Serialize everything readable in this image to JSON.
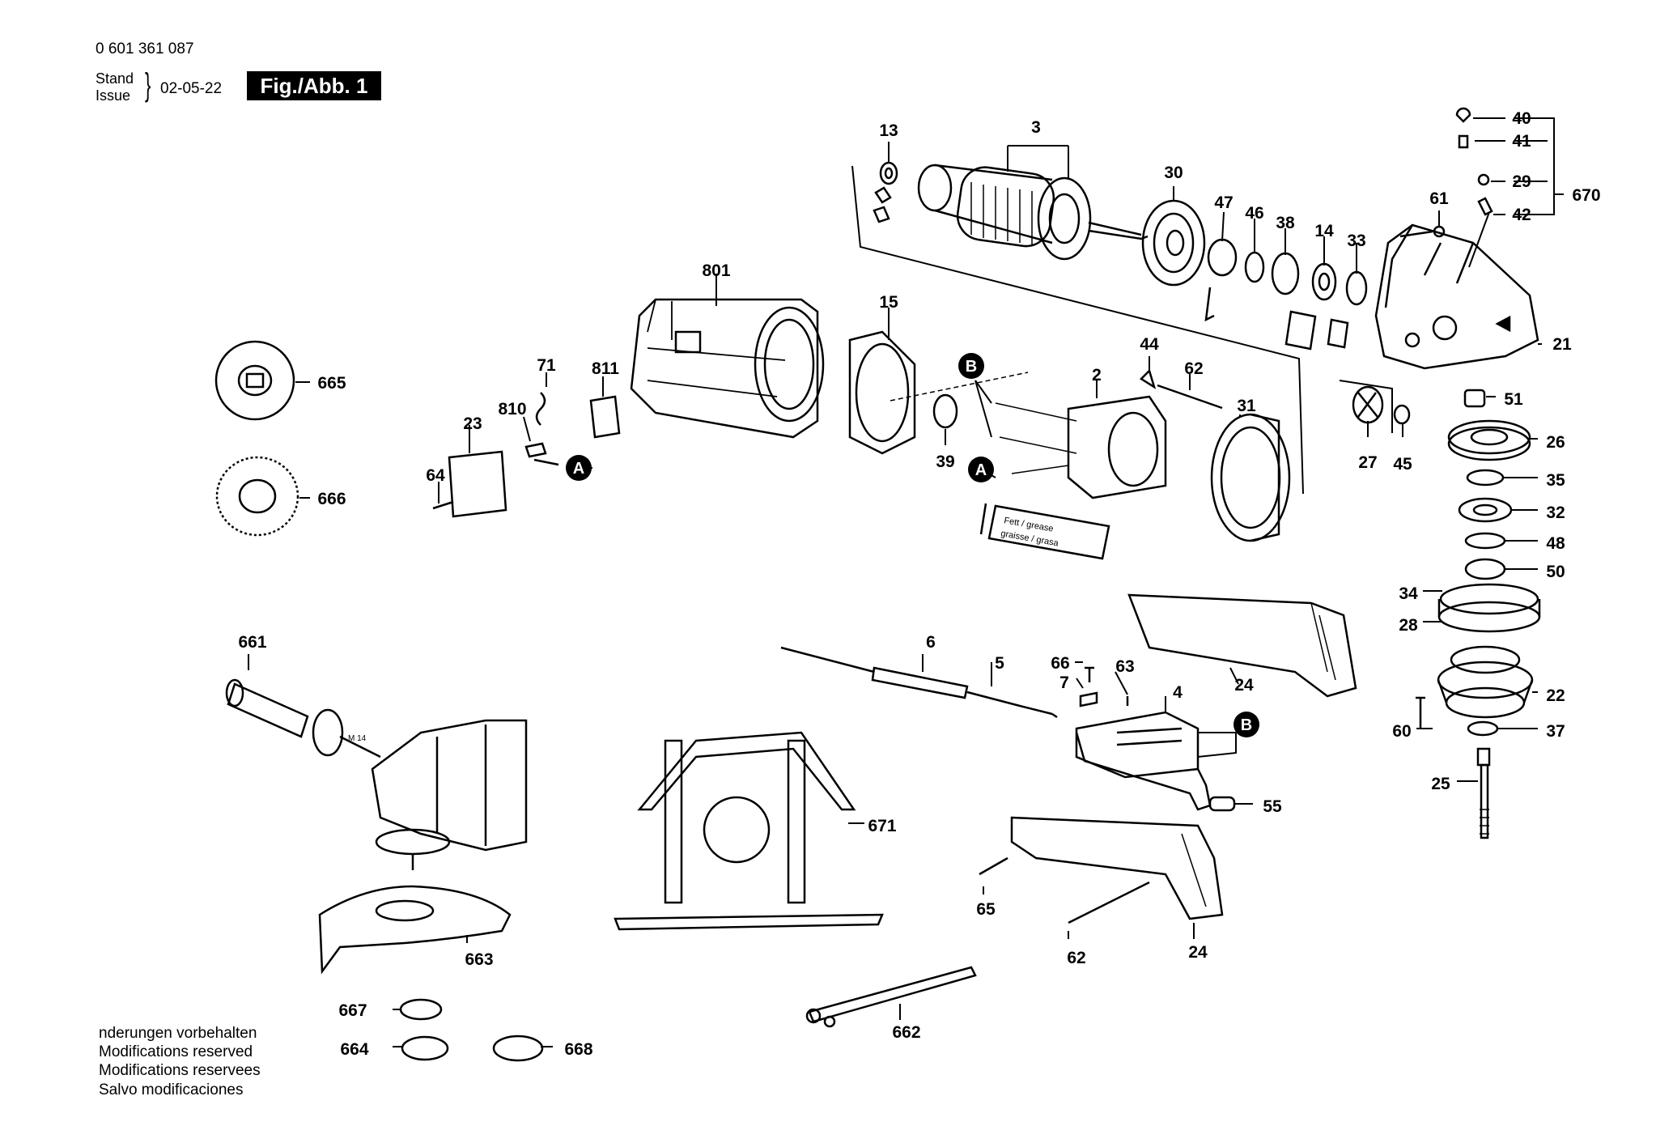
{
  "header": {
    "part_number": "0 601 361 087",
    "stand_label": "Stand",
    "issue_label": "Issue",
    "brace": "}",
    "date": "02-05-22",
    "figure": "Fig./Abb. 1"
  },
  "footer": {
    "lines": [
      "nderungen vorbehalten",
      "Modifications reserved",
      "Modifications reservees",
      "Salvo modificaciones"
    ]
  },
  "callouts": {
    "A": "A",
    "B": "B"
  },
  "tube_text": [
    "Fett / grease",
    "graisse / grasa"
  ],
  "thread_text": "M 14",
  "parts": [
    {
      "id": "p13",
      "label": "13"
    },
    {
      "id": "p3",
      "label": "3"
    },
    {
      "id": "p30",
      "label": "30"
    },
    {
      "id": "p47",
      "label": "47"
    },
    {
      "id": "p46",
      "label": "46"
    },
    {
      "id": "p38",
      "label": "38"
    },
    {
      "id": "p14",
      "label": "14"
    },
    {
      "id": "p33",
      "label": "33"
    },
    {
      "id": "p61",
      "label": "61"
    },
    {
      "id": "p40",
      "label": "40"
    },
    {
      "id": "p41",
      "label": "41"
    },
    {
      "id": "p29",
      "label": "29"
    },
    {
      "id": "p42",
      "label": "42"
    },
    {
      "id": "p670",
      "label": "670"
    },
    {
      "id": "p21",
      "label": "21"
    },
    {
      "id": "p801",
      "label": "801"
    },
    {
      "id": "p15",
      "label": "15"
    },
    {
      "id": "p665",
      "label": "665"
    },
    {
      "id": "p666",
      "label": "666"
    },
    {
      "id": "p71",
      "label": "71"
    },
    {
      "id": "p811",
      "label": "811"
    },
    {
      "id": "p810",
      "label": "810"
    },
    {
      "id": "p23",
      "label": "23"
    },
    {
      "id": "p64",
      "label": "64"
    },
    {
      "id": "p39",
      "label": "39"
    },
    {
      "id": "p44",
      "label": "44"
    },
    {
      "id": "p2",
      "label": "2"
    },
    {
      "id": "p62a",
      "label": "62"
    },
    {
      "id": "p31",
      "label": "31"
    },
    {
      "id": "p51",
      "label": "51"
    },
    {
      "id": "p26",
      "label": "26"
    },
    {
      "id": "p27",
      "label": "27"
    },
    {
      "id": "p45",
      "label": "45"
    },
    {
      "id": "p35",
      "label": "35"
    },
    {
      "id": "p32",
      "label": "32"
    },
    {
      "id": "p48",
      "label": "48"
    },
    {
      "id": "p50",
      "label": "50"
    },
    {
      "id": "p34",
      "label": "34"
    },
    {
      "id": "p28",
      "label": "28"
    },
    {
      "id": "p22",
      "label": "22"
    },
    {
      "id": "p60",
      "label": "60"
    },
    {
      "id": "p37",
      "label": "37"
    },
    {
      "id": "p25",
      "label": "25"
    },
    {
      "id": "p661",
      "label": "661"
    },
    {
      "id": "p6",
      "label": "6"
    },
    {
      "id": "p5",
      "label": "5"
    },
    {
      "id": "p66",
      "label": "66"
    },
    {
      "id": "p63",
      "label": "63"
    },
    {
      "id": "p7",
      "label": "7"
    },
    {
      "id": "p4",
      "label": "4"
    },
    {
      "id": "p24a",
      "label": "24"
    },
    {
      "id": "p55",
      "label": "55"
    },
    {
      "id": "p671",
      "label": "671"
    },
    {
      "id": "p663",
      "label": "663"
    },
    {
      "id": "p65",
      "label": "65"
    },
    {
      "id": "p62b",
      "label": "62"
    },
    {
      "id": "p24b",
      "label": "24"
    },
    {
      "id": "p667",
      "label": "667"
    },
    {
      "id": "p664",
      "label": "664"
    },
    {
      "id": "p668",
      "label": "668"
    },
    {
      "id": "p662",
      "label": "662"
    }
  ]
}
